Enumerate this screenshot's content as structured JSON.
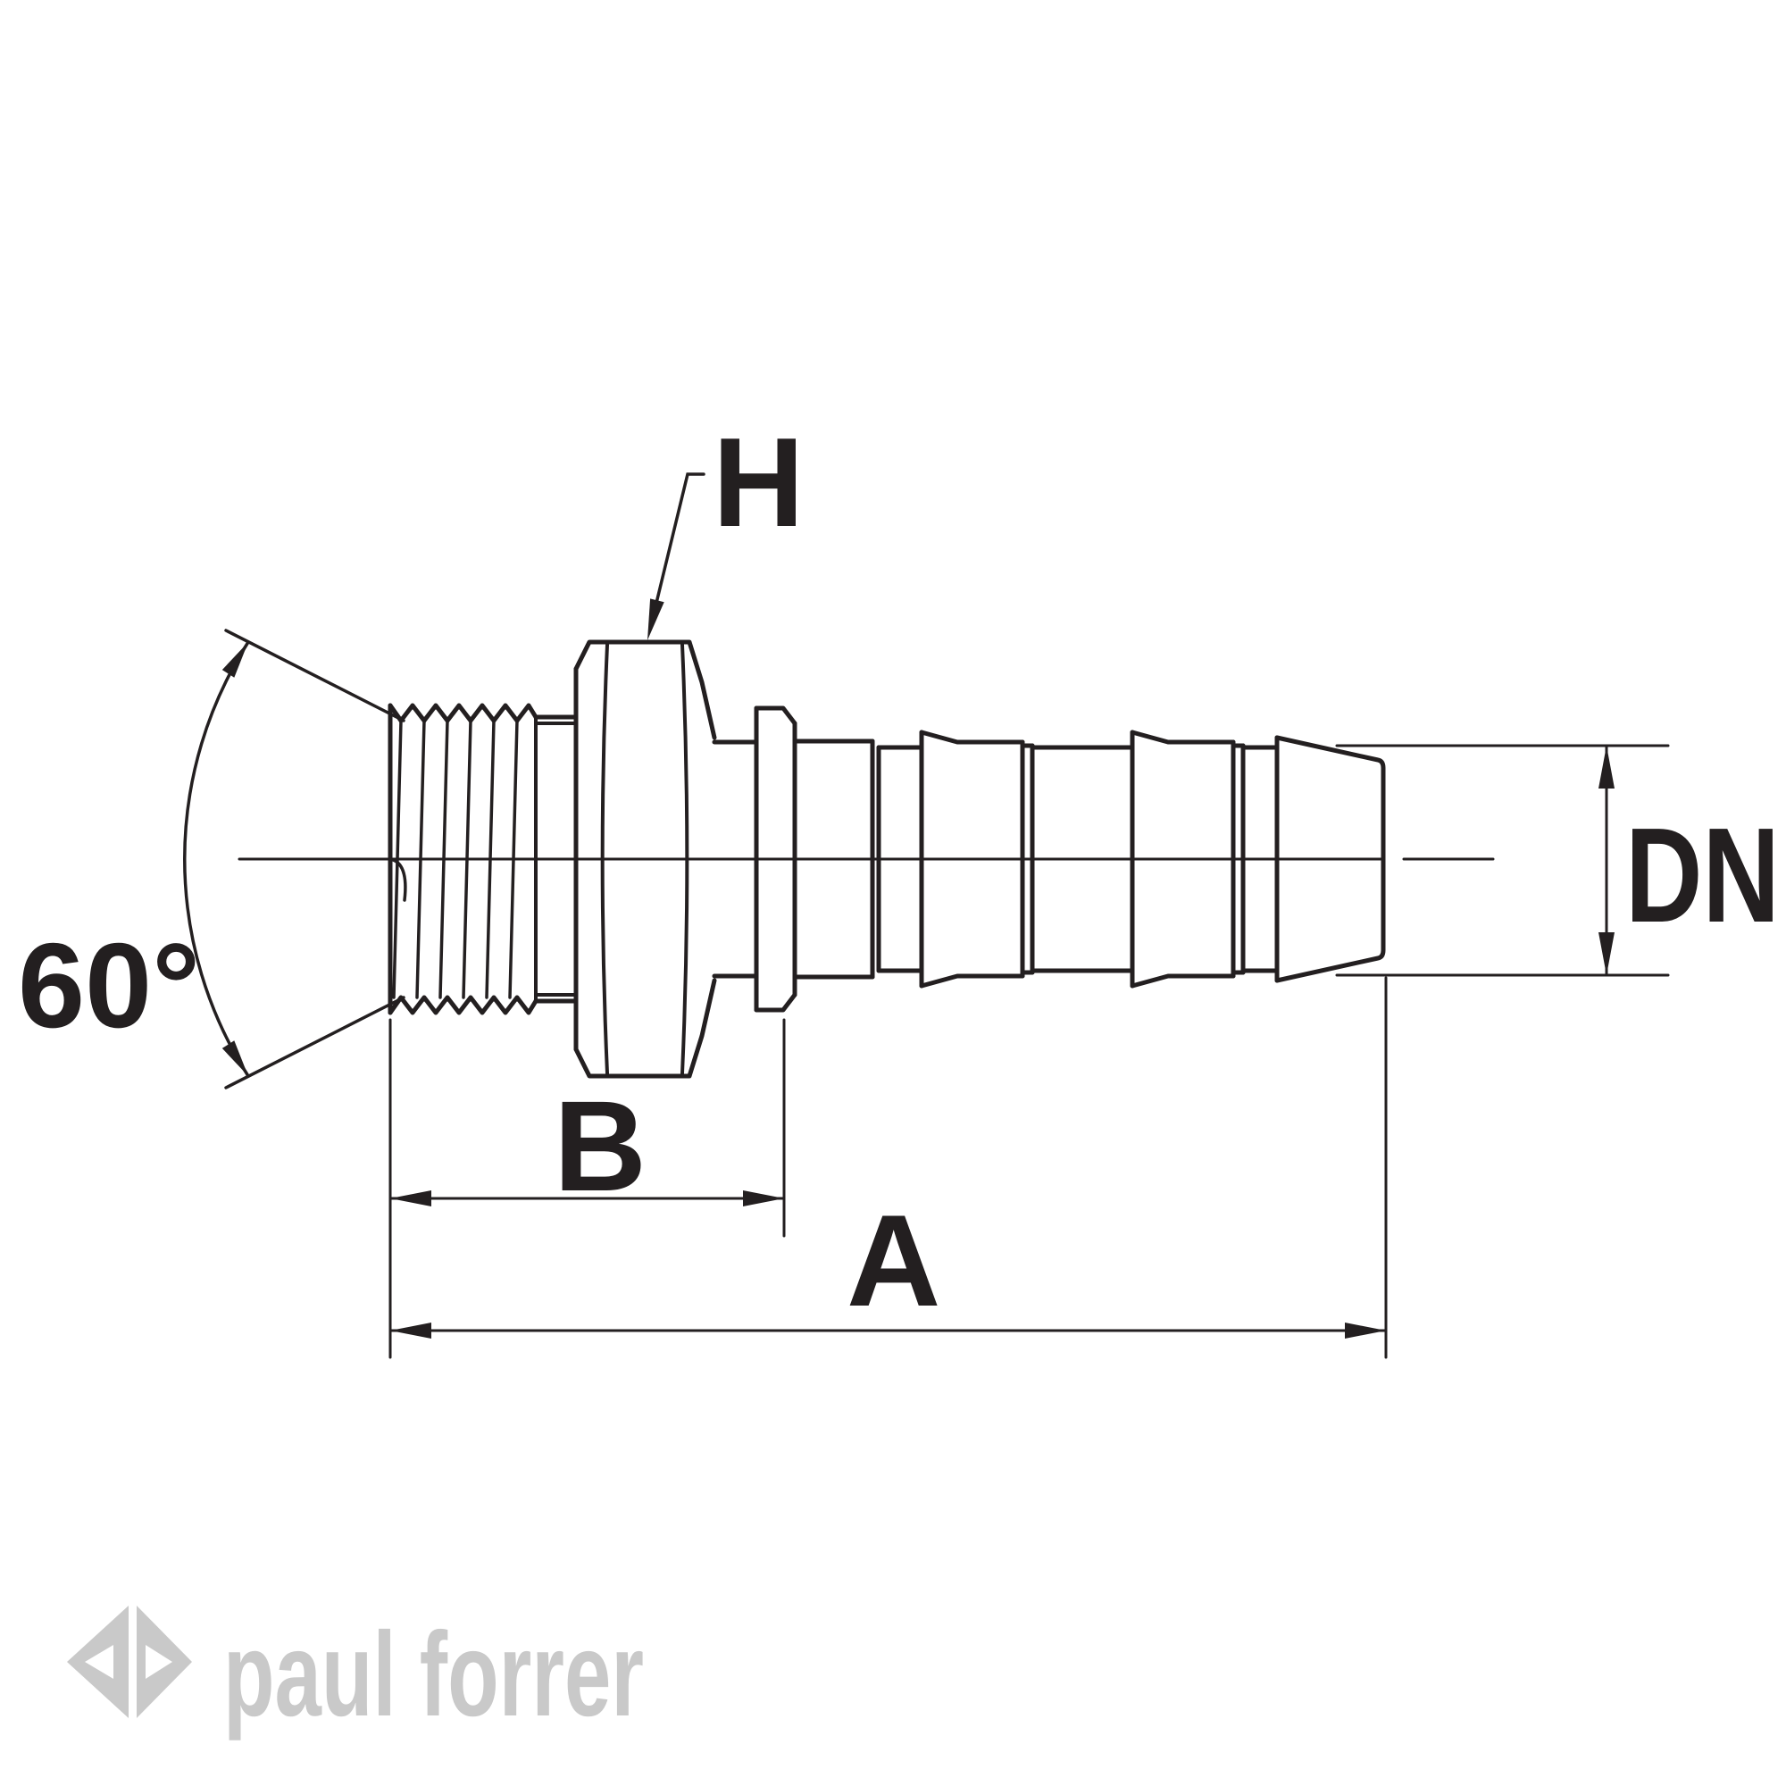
{
  "page": {
    "background": "#ffffff"
  },
  "drawing": {
    "type": "technical-drawing",
    "subject": "hydraulic hose fitting, male thread with 60° sealing cone, hex and barbed hose stem",
    "line_color": "#231f20",
    "labels": {
      "hex_width": "H",
      "cone_angle": "60°",
      "thread_length": "B",
      "overall_length": "A",
      "nominal_diameter": "DN"
    }
  },
  "logo": {
    "text": "paul forrer",
    "color": "#c9c9c9"
  }
}
